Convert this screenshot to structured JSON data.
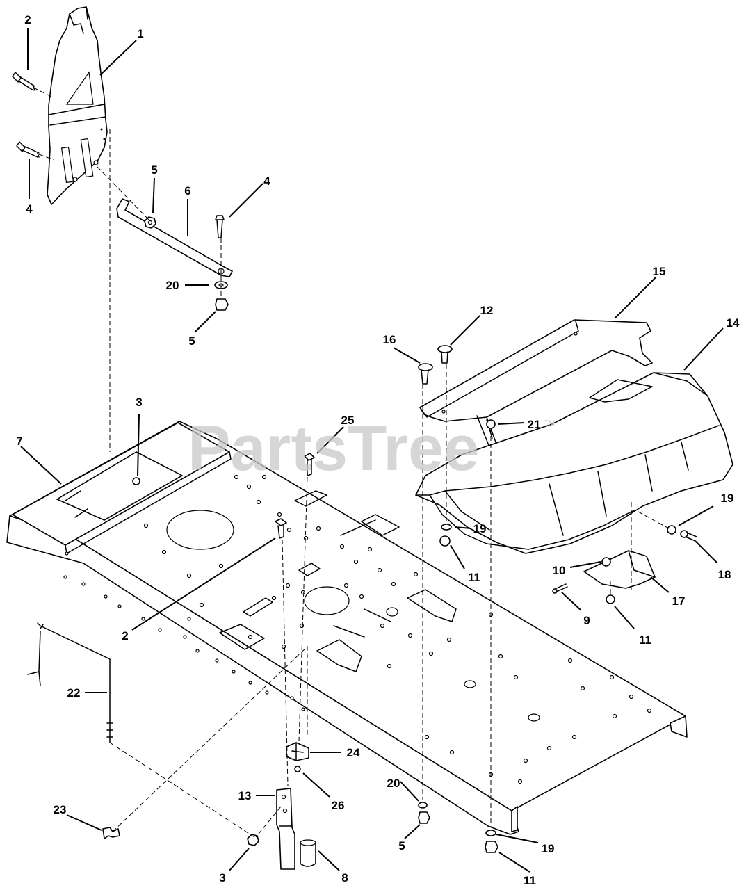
{
  "watermark": {
    "text": "PartsTree",
    "trademark": "TM"
  },
  "callouts": [
    {
      "id": "c-2a",
      "label": "2"
    },
    {
      "id": "c-1",
      "label": "1"
    },
    {
      "id": "c-4a",
      "label": "4"
    },
    {
      "id": "c-5a",
      "label": "5"
    },
    {
      "id": "c-6",
      "label": "6"
    },
    {
      "id": "c-4b",
      "label": "4"
    },
    {
      "id": "c-20a",
      "label": "20"
    },
    {
      "id": "c-5b",
      "label": "5"
    },
    {
      "id": "c-15",
      "label": "15"
    },
    {
      "id": "c-12",
      "label": "12"
    },
    {
      "id": "c-16",
      "label": "16"
    },
    {
      "id": "c-14",
      "label": "14"
    },
    {
      "id": "c-21",
      "label": "21"
    },
    {
      "id": "c-3a",
      "label": "3"
    },
    {
      "id": "c-7",
      "label": "7"
    },
    {
      "id": "c-25",
      "label": "25"
    },
    {
      "id": "c-19a",
      "label": "19"
    },
    {
      "id": "c-19b",
      "label": "19"
    },
    {
      "id": "c-11a",
      "label": "11"
    },
    {
      "id": "c-10",
      "label": "10"
    },
    {
      "id": "c-18",
      "label": "18"
    },
    {
      "id": "c-2b",
      "label": "2"
    },
    {
      "id": "c-9",
      "label": "9"
    },
    {
      "id": "c-17",
      "label": "17"
    },
    {
      "id": "c-11b",
      "label": "11"
    },
    {
      "id": "c-22",
      "label": "22"
    },
    {
      "id": "c-24",
      "label": "24"
    },
    {
      "id": "c-13",
      "label": "13"
    },
    {
      "id": "c-26",
      "label": "26"
    },
    {
      "id": "c-20b",
      "label": "20"
    },
    {
      "id": "c-23",
      "label": "23"
    },
    {
      "id": "c-5c",
      "label": "5"
    },
    {
      "id": "c-19c",
      "label": "19"
    },
    {
      "id": "c-3b",
      "label": "3"
    },
    {
      "id": "c-8",
      "label": "8"
    },
    {
      "id": "c-11c",
      "label": "11"
    }
  ]
}
